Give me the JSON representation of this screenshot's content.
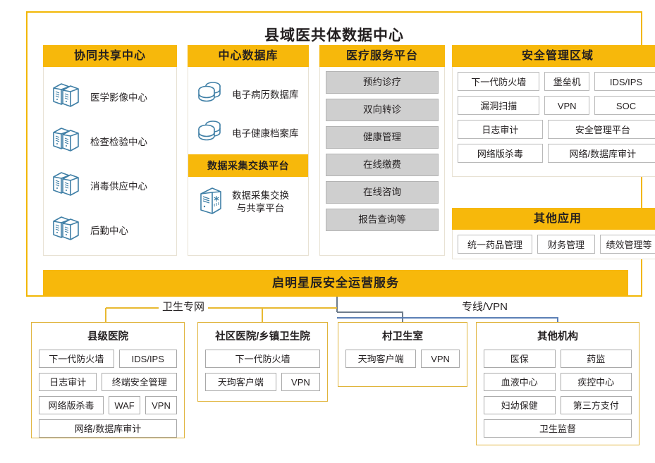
{
  "diagram": {
    "title": "县域医共体数据中心",
    "footer_band": "启明星辰安全运营服务",
    "network_labels": {
      "health_network": "卫生专网",
      "leased_vpn": "专线/VPN"
    }
  },
  "panels": {
    "collaboration": {
      "title": "协同共享中心",
      "items": [
        {
          "icon": "server-stack-icon",
          "label": "医学影像中心"
        },
        {
          "icon": "server-stack-icon",
          "label": "检查检验中心"
        },
        {
          "icon": "server-stack-icon",
          "label": "消毒供应中心"
        },
        {
          "icon": "server-stack-icon",
          "label": "后勤中心"
        }
      ]
    },
    "central_database": {
      "title": "中心数据库",
      "items": [
        {
          "icon": "database-icon",
          "label": "电子病历数据库"
        },
        {
          "icon": "database-icon",
          "label": "电子健康档案库"
        }
      ],
      "sub_title": "数据采集交换平台",
      "gateway": {
        "icon": "data-gateway-icon",
        "label_line1": "数据采集交换",
        "label_line2": "与共享平台"
      }
    },
    "medical_service": {
      "title": "医疗服务平台",
      "items": [
        "预约诊疗",
        "双向转诊",
        "健康管理",
        "在线缴费",
        "在线咨询",
        "报告查询等"
      ]
    },
    "security_zone": {
      "title": "安全管理区域",
      "rows": [
        [
          "下一代防火墙",
          "堡垒机",
          "IDS/IPS"
        ],
        [
          "漏洞扫描",
          "VPN",
          "SOC"
        ],
        [
          "日志审计",
          "安全管理平台"
        ],
        [
          "网络版杀毒",
          "网络/数据库审计"
        ]
      ]
    },
    "other_apps": {
      "title": "其他应用",
      "items": [
        "统一药品管理",
        "财务管理",
        "绩效管理等"
      ]
    }
  },
  "institutions": {
    "county_hospital": {
      "title": "县级医院",
      "rows": [
        [
          "下一代防火墙",
          "IDS/IPS"
        ],
        [
          "日志审计",
          "终端安全管理"
        ],
        [
          "网络版杀毒",
          "WAF",
          "VPN"
        ],
        [
          "网络/数据库审计"
        ]
      ]
    },
    "community_hospital": {
      "title": "社区医院/乡镇卫生院",
      "rows": [
        [
          "下一代防火墙"
        ],
        [
          "天玽客户端",
          "VPN"
        ]
      ]
    },
    "village_clinic": {
      "title": "村卫生室",
      "rows": [
        [
          "天玽客户端",
          "VPN"
        ]
      ]
    },
    "other_orgs": {
      "title": "其他机构",
      "rows": [
        [
          "医保",
          "药监"
        ],
        [
          "血液中心",
          "疾控中心"
        ],
        [
          "妇幼保健",
          "第三方支付"
        ],
        [
          "卫生监督"
        ]
      ]
    }
  },
  "colors": {
    "accent_orange": "#f7b80b",
    "frame_orange": "#f2b705",
    "gray_button": "#cfcfcf",
    "icon_blue": "#3f7fa6",
    "wire_blue": "#5b7fb5",
    "wire_gray": "#6f7d8c"
  }
}
